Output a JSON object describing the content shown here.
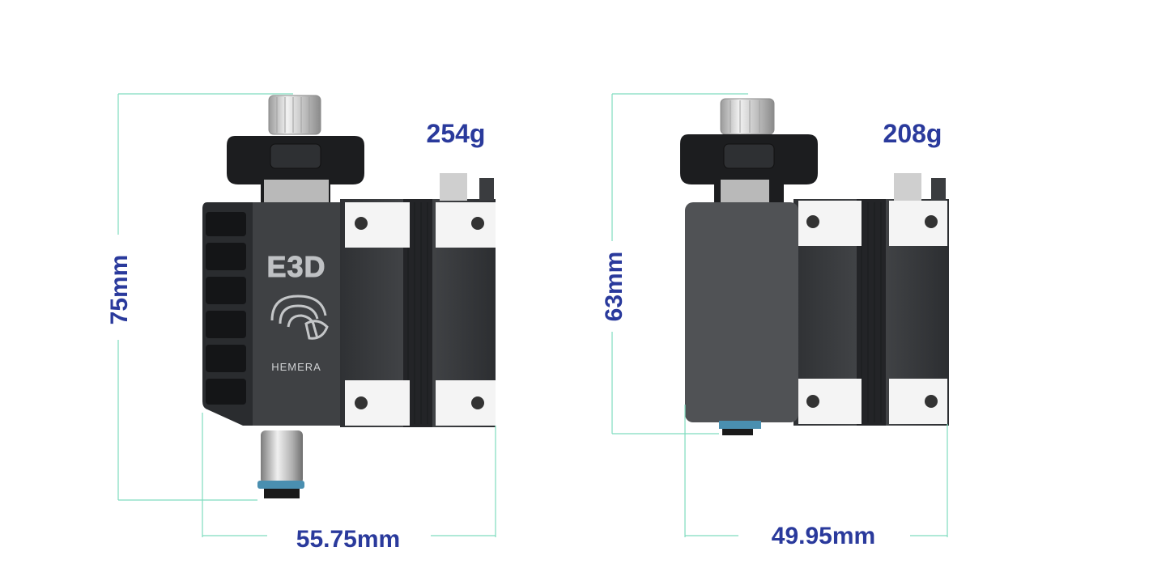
{
  "left_product": {
    "weight": "254g",
    "height_dim": "75mm",
    "width_dim": "55.75mm",
    "logo_text": "E3D",
    "brand_text": "HEMERA"
  },
  "right_product": {
    "weight": "208g",
    "height_dim": "63mm",
    "width_dim": "49.95mm"
  },
  "colors": {
    "dimension_line": "#7fdcbf",
    "label": "#2a3a9c",
    "body_dark": "#3b3d40",
    "body_black": "#1c1d1f",
    "cover_grey": "#505255",
    "plate_white": "#f4f4f4",
    "metal": "#c9c9c9",
    "coupler_blue": "#4a8fb0"
  }
}
